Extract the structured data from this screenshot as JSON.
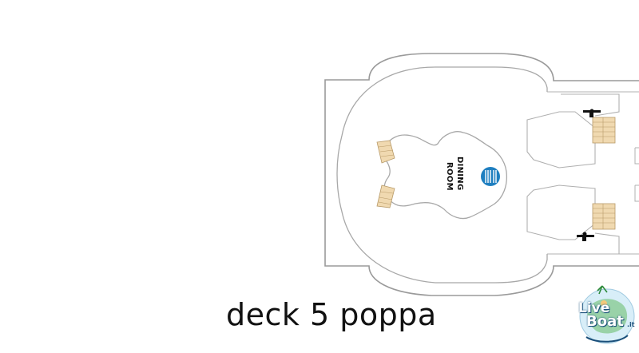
{
  "caption": "deck 5 poppa",
  "room": {
    "line1": "DINING",
    "line2": "ROOM",
    "icon": "dining-cutlery-icon"
  },
  "logo": {
    "line1": "Live",
    "line2": "Boat",
    "suffix": ".it"
  },
  "colors": {
    "outline": "#9a9a9a",
    "stairs": "#f0d9b0",
    "stairs_line": "#b89a68",
    "dining_badge": "#1f7fc0",
    "text": "#111111"
  }
}
